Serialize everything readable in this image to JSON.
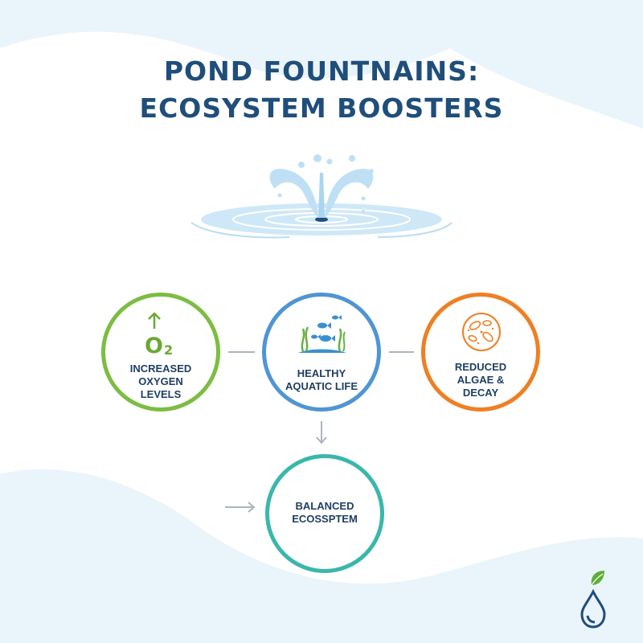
{
  "title": {
    "line1": "POND FOUNTNAINS:",
    "line2": "ECOSYSTEM BOOSTERS"
  },
  "nodes": {
    "oxygen": {
      "label_lines": [
        "INCREASED",
        "OXYGEN",
        "LEVELS"
      ],
      "icon_text": "O",
      "icon_sub": "2",
      "color": "#7cbd42",
      "icon": "oxygen-up-icon"
    },
    "aquatic": {
      "label_lines": [
        "HEALTHY",
        "AQUATIC LIFE"
      ],
      "color": "#4f95d3",
      "icon": "fish-seaweed-icon"
    },
    "algae": {
      "label_lines": [
        "REDUCED",
        "ALGAE &",
        "DECAY"
      ],
      "color": "#ef7f22",
      "icon": "microbe-icon"
    },
    "balanced": {
      "label_lines": [
        "BALANCED",
        "ECOSSPTEM"
      ],
      "color": "#3ab7ab"
    }
  },
  "colors": {
    "title": "#1f4e7a",
    "water": "#a9d6ef",
    "connector": "#a9b4c0"
  }
}
